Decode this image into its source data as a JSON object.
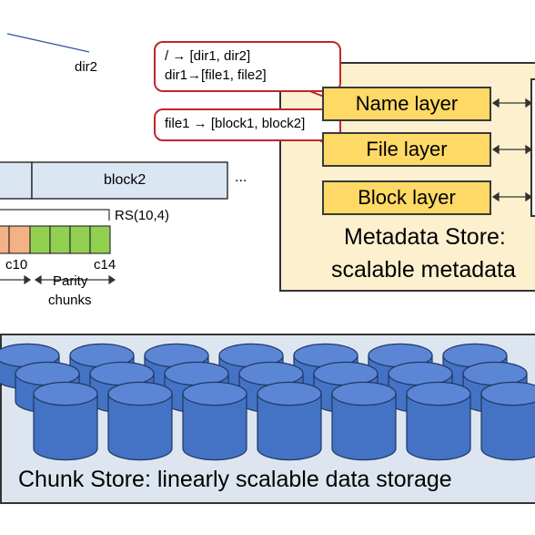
{
  "tree": {
    "dir2_label": "dir2"
  },
  "blocks": {
    "block2_label": "block2",
    "ellipsis": "..."
  },
  "erasure": {
    "code_label": "RS(10,4)",
    "c10_label": "c10",
    "c14_label": "c14",
    "parity_label_line1": "Parity",
    "parity_label_line2": "chunks",
    "colors": {
      "data_chunk": "#f4b183",
      "parity_chunk": "#92d050"
    }
  },
  "callouts": {
    "name_line1": "/ → [dir1, dir2]",
    "name_line2": "dir1→[file1, file2]",
    "file_line1": "file1 → [block1, block2]",
    "border_color": "#c0262d"
  },
  "metadata_store": {
    "layers": [
      "Name layer",
      "File layer",
      "Block layer"
    ],
    "title_line1": "Metadata Store:",
    "title_line2": "scalable metadata",
    "colors": {
      "panel": "#fdf0cf",
      "layer": "#ffd966"
    }
  },
  "chunk_store": {
    "title": "Chunk Store: linearly scalable data storage",
    "colors": {
      "panel": "#dde6f0",
      "disk": "#4472c4"
    }
  }
}
